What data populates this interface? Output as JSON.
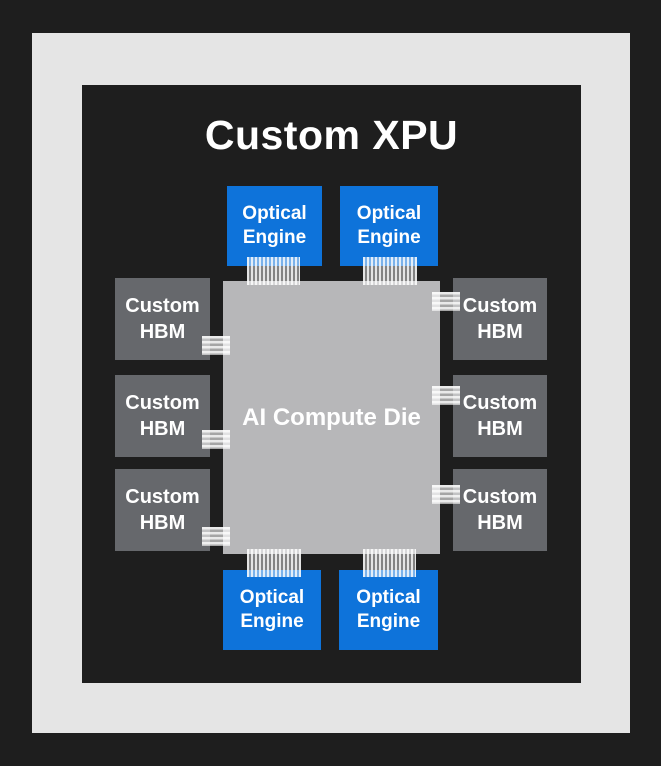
{
  "title": "Custom XPU",
  "colors": {
    "background": "#1e1e1e",
    "frame": "#e5e5e5",
    "optical_engine": "#0e73da",
    "hbm": "#66686c",
    "compute_die": "#b7b7b9",
    "label_text": "#ffffff"
  },
  "diagram": {
    "compute_die": {
      "label": "AI Compute Die"
    },
    "optical_engines": [
      {
        "label": "Optical Engine",
        "position": "top-left"
      },
      {
        "label": "Optical Engine",
        "position": "top-right"
      },
      {
        "label": "Optical Engine",
        "position": "bottom-left"
      },
      {
        "label": "Optical Engine",
        "position": "bottom-right"
      }
    ],
    "hbm_blocks": [
      {
        "label": "Custom HBM",
        "position": "left-1"
      },
      {
        "label": "Custom HBM",
        "position": "left-2"
      },
      {
        "label": "Custom HBM",
        "position": "left-3"
      },
      {
        "label": "Custom HBM",
        "position": "right-1"
      },
      {
        "label": "Custom HBM",
        "position": "right-2"
      },
      {
        "label": "Custom HBM",
        "position": "right-3"
      }
    ],
    "connectors": {
      "optical_bands": 4,
      "hbm_links": 6
    }
  }
}
